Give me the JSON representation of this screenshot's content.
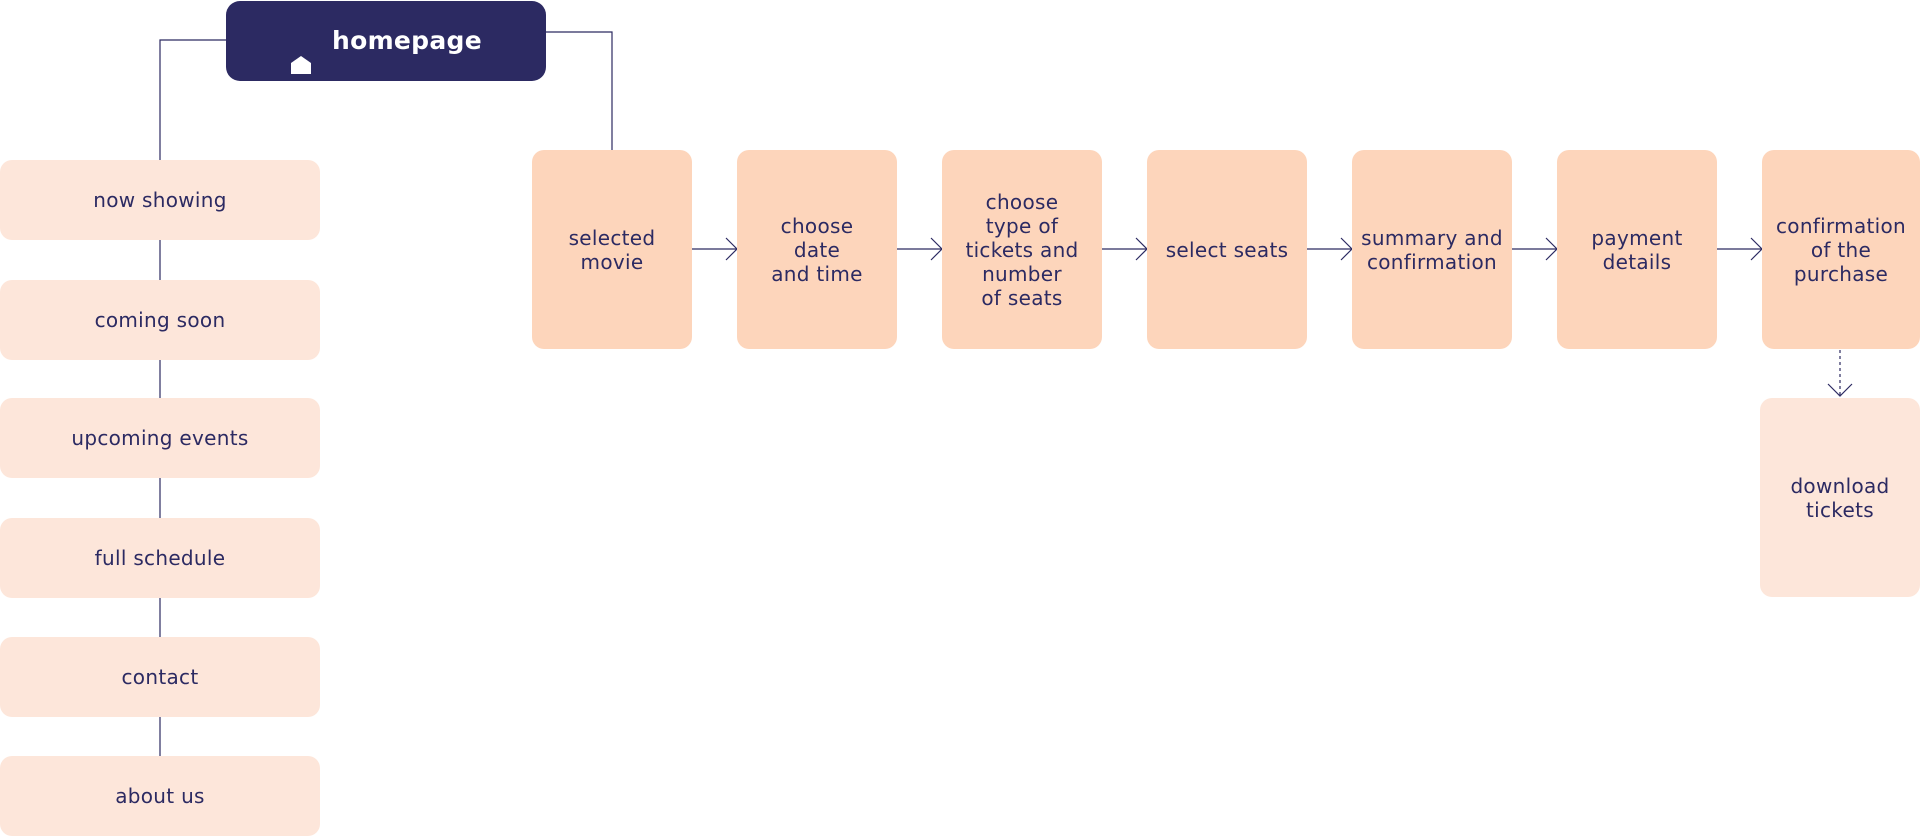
{
  "homepage": {
    "label": "homepage",
    "icon": "home-icon"
  },
  "nav_items": [
    {
      "label": "now showing"
    },
    {
      "label": "coming soon"
    },
    {
      "label": "upcoming events"
    },
    {
      "label": "full schedule"
    },
    {
      "label": "contact"
    },
    {
      "label": "about us"
    }
  ],
  "flow_steps": [
    {
      "label": "selected\nmovie"
    },
    {
      "label": "choose\ndate\nand time"
    },
    {
      "label": "choose\ntype of\ntickets and\nnumber\nof seats"
    },
    {
      "label": "select seats"
    },
    {
      "label": "summary and\nconfirmation"
    },
    {
      "label": "payment\ndetails"
    },
    {
      "label": "confirmation\nof the\npurchase"
    }
  ],
  "final_step": {
    "label": "download\ntickets"
  },
  "colors": {
    "primary": "#2c2a62",
    "step_fill": "#fdd5bb",
    "nav_fill": "#fde6da",
    "text_on_primary": "#ffffff"
  }
}
